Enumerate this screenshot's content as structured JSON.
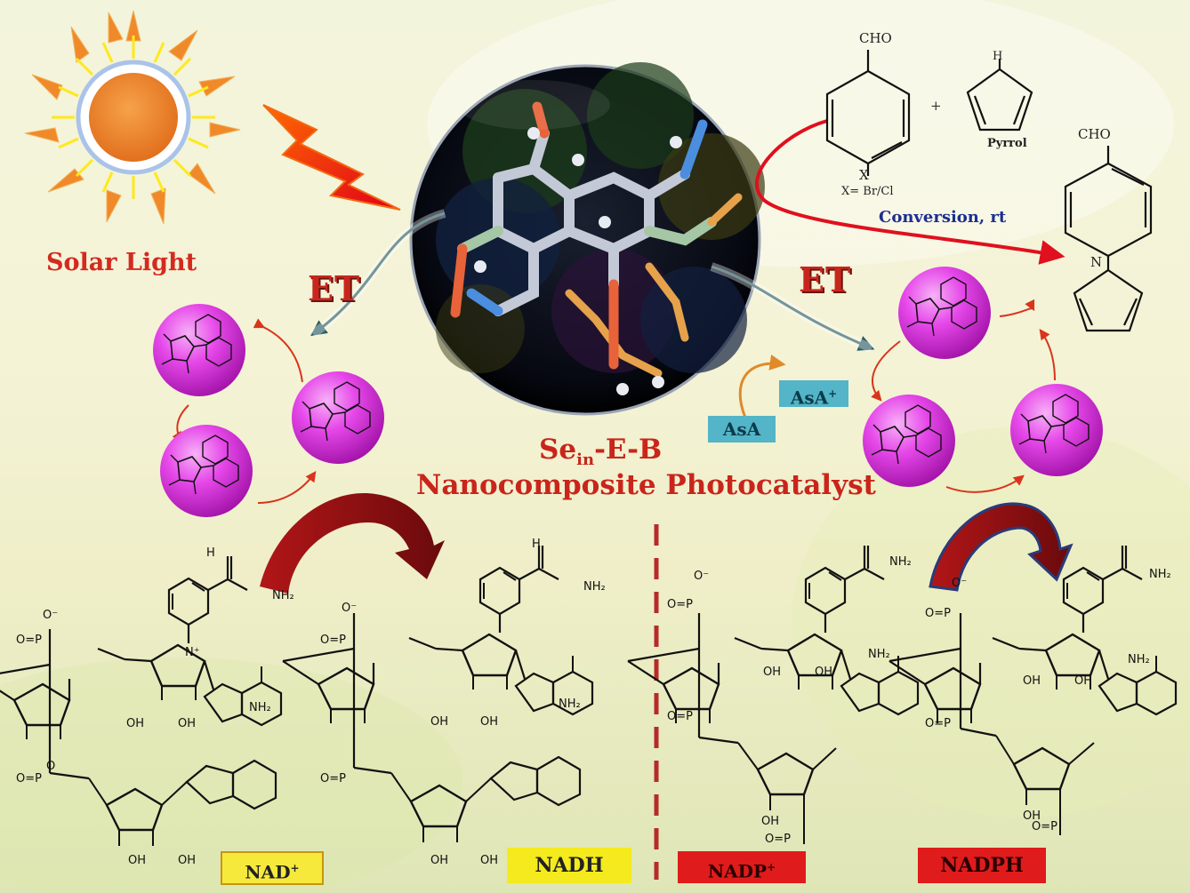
{
  "labels": {
    "solar": "Solar Light",
    "et": "ET",
    "catalyst_main": "Se",
    "catalyst_sub": "in",
    "catalyst_rest": "-E-B",
    "catalyst_line2": "Nanocomposite Photocatalyst",
    "asa": "AsA",
    "asa_plus_base": "AsA",
    "asa_plus_sup": "+"
  },
  "reaction": {
    "cho": "CHO",
    "x": "X",
    "x_eq": "X= Br/Cl",
    "plus": "+",
    "nh": "H",
    "n": "N",
    "pyrrol": "Pyrrol",
    "conditions": "Conversion, rt",
    "n_product": "N"
  },
  "cofactors": {
    "nad_base": "NAD",
    "nad_sup": "+",
    "nadh": "NADH",
    "nadp_base": "NADP",
    "nadp_sup": "+",
    "nadph": "NADPH"
  },
  "atoms": {
    "O": "O",
    "O_minus": "O⁻",
    "P": "P",
    "N": "N",
    "H": "H",
    "OH": "OH",
    "NH2": "NH₂",
    "O_eq_P": "O=P",
    "N_plus": "N⁺"
  },
  "colors": {
    "title_red": "#c9251b",
    "sphere_magenta": "#e03ce8",
    "arrow_darkred": "#8f0f12",
    "box_cyan": "#53b5c7",
    "box_yellow": "#f4ea1e",
    "box_red": "#e01b1b"
  }
}
